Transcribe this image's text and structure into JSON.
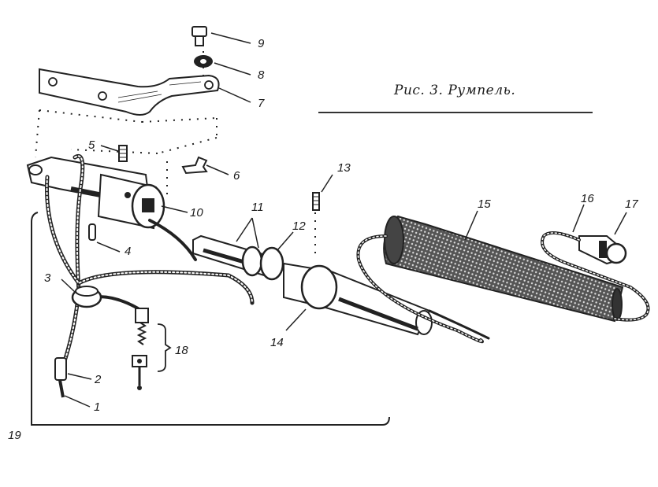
{
  "figure": {
    "caption": "Рис. 3. Румпель.",
    "callouts": {
      "c1": "1",
      "c2": "2",
      "c3": "3",
      "c4": "4",
      "c5": "5",
      "c6": "6",
      "c7": "7",
      "c8": "8",
      "c9": "9",
      "c10": "10",
      "c11": "11",
      "c12": "12",
      "c13": "13",
      "c14": "14",
      "c15": "15",
      "c16": "16",
      "c17": "17",
      "c18": "18",
      "c19": "19"
    }
  },
  "colors": {
    "ink": "#1a1a1a",
    "background": "#ffffff"
  }
}
